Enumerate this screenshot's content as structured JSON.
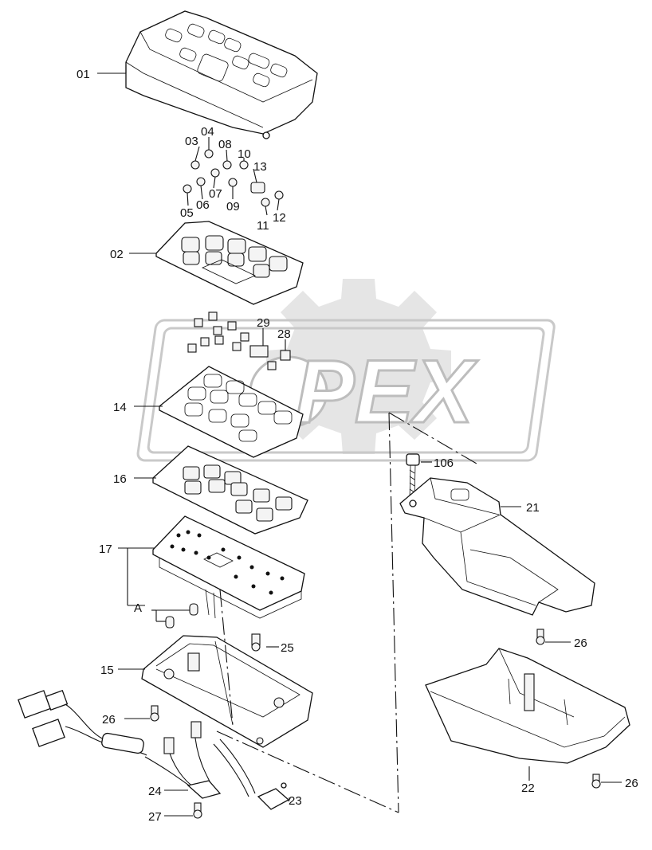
{
  "watermark": {
    "text": "PEX",
    "brand_color": "#c9c9c9"
  },
  "callouts": [
    {
      "id": "c01",
      "text": "01"
    },
    {
      "id": "c02",
      "text": "02"
    },
    {
      "id": "c03",
      "text": "03"
    },
    {
      "id": "c04",
      "text": "04"
    },
    {
      "id": "c05",
      "text": "05"
    },
    {
      "id": "c06",
      "text": "06"
    },
    {
      "id": "c07",
      "text": "07"
    },
    {
      "id": "c08",
      "text": "08"
    },
    {
      "id": "c09",
      "text": "09"
    },
    {
      "id": "c10",
      "text": "10"
    },
    {
      "id": "c11",
      "text": "11"
    },
    {
      "id": "c12",
      "text": "12"
    },
    {
      "id": "c13",
      "text": "13"
    },
    {
      "id": "c14",
      "text": "14"
    },
    {
      "id": "c15",
      "text": "15"
    },
    {
      "id": "c16",
      "text": "16"
    },
    {
      "id": "c17",
      "text": "17"
    },
    {
      "id": "cA",
      "text": "A"
    },
    {
      "id": "c21",
      "text": "21"
    },
    {
      "id": "c22",
      "text": "22"
    },
    {
      "id": "c23",
      "text": "23"
    },
    {
      "id": "c24",
      "text": "24"
    },
    {
      "id": "c25",
      "text": "25"
    },
    {
      "id": "c26a",
      "text": "26"
    },
    {
      "id": "c26b",
      "text": "26"
    },
    {
      "id": "c26c",
      "text": "26"
    },
    {
      "id": "c27",
      "text": "27"
    },
    {
      "id": "c28",
      "text": "28"
    },
    {
      "id": "c29",
      "text": "29"
    },
    {
      "id": "c106",
      "text": "106"
    }
  ]
}
